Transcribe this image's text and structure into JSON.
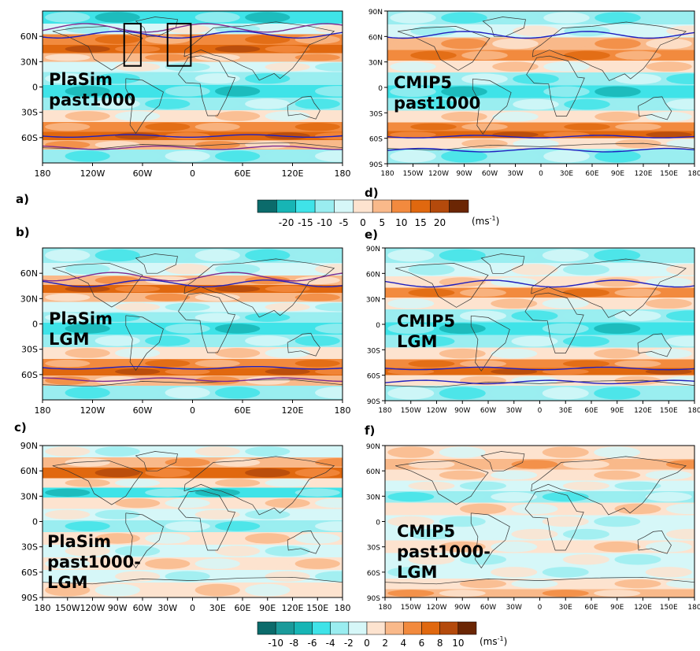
{
  "chart_data": [
    {
      "id": "a",
      "panel_letter": "a)",
      "type": "heatmap",
      "overlay_text": [
        "PlaSim",
        "past1000"
      ],
      "y_ticks": [
        "60N",
        "30N",
        "0",
        "30S",
        "60S"
      ],
      "x_ticks": [
        "180",
        "120W",
        "60W",
        "0",
        "60E",
        "120E",
        "180"
      ],
      "lat_range": [
        -90,
        90
      ],
      "zonal_wind_by_lat": [
        {
          "lat": 80,
          "level": 3
        },
        {
          "lat": 70,
          "level": 5
        },
        {
          "lat": 55,
          "level": 8
        },
        {
          "lat": 45,
          "level": 9
        },
        {
          "lat": 35,
          "level": 7
        },
        {
          "lat": 25,
          "level": 5
        },
        {
          "lat": 10,
          "level": 4
        },
        {
          "lat": -5,
          "level": 3
        },
        {
          "lat": -20,
          "level": 4
        },
        {
          "lat": -35,
          "level": 6
        },
        {
          "lat": -48,
          "level": 8
        },
        {
          "lat": -58,
          "level": 9
        },
        {
          "lat": -68,
          "level": 7
        },
        {
          "lat": -80,
          "level": 4
        }
      ],
      "has_boxes": true
    },
    {
      "id": "d",
      "panel_letter": "d)",
      "type": "heatmap",
      "overlay_text": [
        "CMIP5",
        "past1000"
      ],
      "y_ticks": [
        "90N",
        "60N",
        "30N",
        "0",
        "30S",
        "60S",
        "90S"
      ],
      "x_ticks": [
        "180",
        "150W",
        "120W",
        "90W",
        "60W",
        "30W",
        "0",
        "30E",
        "60E",
        "90E",
        "120E",
        "150E",
        "180"
      ],
      "lat_range": [
        -90,
        90
      ],
      "zonal_wind_by_lat": [
        {
          "lat": 80,
          "level": 4
        },
        {
          "lat": 68,
          "level": 5
        },
        {
          "lat": 50,
          "level": 7
        },
        {
          "lat": 38,
          "level": 8
        },
        {
          "lat": 25,
          "level": 6
        },
        {
          "lat": 10,
          "level": 4
        },
        {
          "lat": -5,
          "level": 3
        },
        {
          "lat": -20,
          "level": 4
        },
        {
          "lat": -35,
          "level": 6
        },
        {
          "lat": -48,
          "level": 8
        },
        {
          "lat": -55,
          "level": 9
        },
        {
          "lat": -65,
          "level": 6
        },
        {
          "lat": -80,
          "level": 4
        }
      ],
      "has_boxes": false
    },
    {
      "id": "b",
      "panel_letter": "b)",
      "type": "heatmap",
      "overlay_text": [
        "PlaSim",
        "LGM"
      ],
      "y_ticks": [
        "60N",
        "30N",
        "0",
        "30S",
        "60S"
      ],
      "x_ticks": [
        "180",
        "120W",
        "60W",
        "0",
        "60E",
        "120E",
        "180"
      ],
      "lat_range": [
        -90,
        90
      ],
      "zonal_wind_by_lat": [
        {
          "lat": 80,
          "level": 4
        },
        {
          "lat": 65,
          "level": 5
        },
        {
          "lat": 50,
          "level": 7
        },
        {
          "lat": 42,
          "level": 9
        },
        {
          "lat": 32,
          "level": 7
        },
        {
          "lat": 20,
          "level": 5
        },
        {
          "lat": 8,
          "level": 4
        },
        {
          "lat": -5,
          "level": 3
        },
        {
          "lat": -20,
          "level": 4
        },
        {
          "lat": -35,
          "level": 6
        },
        {
          "lat": -48,
          "level": 8
        },
        {
          "lat": -56,
          "level": 9
        },
        {
          "lat": -66,
          "level": 7
        },
        {
          "lat": -80,
          "level": 4
        }
      ],
      "has_boxes": false
    },
    {
      "id": "e",
      "panel_letter": "e)",
      "type": "heatmap",
      "overlay_text": [
        "CMIP5",
        "LGM"
      ],
      "y_ticks": [
        "90N",
        "60N",
        "30N",
        "0",
        "30S",
        "60S",
        "90S"
      ],
      "x_ticks": [
        "180",
        "150W",
        "120W",
        "90W",
        "60W",
        "30W",
        "0",
        "30E",
        "60E",
        "90E",
        "120E",
        "150E",
        "180"
      ],
      "lat_range": [
        -90,
        90
      ],
      "zonal_wind_by_lat": [
        {
          "lat": 80,
          "level": 4
        },
        {
          "lat": 65,
          "level": 5
        },
        {
          "lat": 48,
          "level": 6
        },
        {
          "lat": 38,
          "level": 8
        },
        {
          "lat": 25,
          "level": 6
        },
        {
          "lat": 10,
          "level": 4
        },
        {
          "lat": -5,
          "level": 3
        },
        {
          "lat": -20,
          "level": 4
        },
        {
          "lat": -35,
          "level": 6
        },
        {
          "lat": -48,
          "level": 8
        },
        {
          "lat": -55,
          "level": 9
        },
        {
          "lat": -65,
          "level": 6
        },
        {
          "lat": -80,
          "level": 4
        }
      ],
      "has_boxes": false
    },
    {
      "id": "c",
      "panel_letter": "c)",
      "type": "heatmap",
      "overlay_text": [
        "PlaSim",
        "past1000-",
        "LGM"
      ],
      "y_ticks": [
        "90N",
        "60N",
        "30N",
        "0",
        "30S",
        "60S",
        "90S"
      ],
      "x_ticks": [
        "180",
        "150W",
        "120W",
        "90W",
        "60W",
        "30W",
        "0",
        "30E",
        "60E",
        "90E",
        "120E",
        "150E",
        "180"
      ],
      "lat_range": [
        -90,
        90
      ],
      "zonal_wind_by_lat": [
        {
          "lat": 82,
          "level": 5
        },
        {
          "lat": 70,
          "level": 7
        },
        {
          "lat": 58,
          "level": 9
        },
        {
          "lat": 45,
          "level": 6
        },
        {
          "lat": 35,
          "level": 3
        },
        {
          "lat": 22,
          "level": 6
        },
        {
          "lat": 8,
          "level": 5
        },
        {
          "lat": -5,
          "level": 4
        },
        {
          "lat": -20,
          "level": 6
        },
        {
          "lat": -35,
          "level": 5
        },
        {
          "lat": -50,
          "level": 6
        },
        {
          "lat": -65,
          "level": 5
        },
        {
          "lat": -80,
          "level": 6
        }
      ],
      "has_boxes": false
    },
    {
      "id": "f",
      "panel_letter": "f)",
      "type": "heatmap",
      "overlay_text": [
        "CMIP5",
        "past1000-",
        "LGM"
      ],
      "y_ticks": [
        "90N",
        "60N",
        "30N",
        "0",
        "30S",
        "60S",
        "90S"
      ],
      "x_ticks": [
        "180",
        "150W",
        "120W",
        "90W",
        "60W",
        "30W",
        "0",
        "30E",
        "60E",
        "90E",
        "120E",
        "150E",
        "180"
      ],
      "lat_range": [
        -90,
        90
      ],
      "zonal_wind_by_lat": [
        {
          "lat": 80,
          "level": 6
        },
        {
          "lat": 68,
          "level": 7
        },
        {
          "lat": 55,
          "level": 6
        },
        {
          "lat": 42,
          "level": 5
        },
        {
          "lat": 30,
          "level": 4
        },
        {
          "lat": 15,
          "level": 6
        },
        {
          "lat": 0,
          "level": 5
        },
        {
          "lat": -15,
          "level": 5
        },
        {
          "lat": -30,
          "level": 6
        },
        {
          "lat": -45,
          "level": 5
        },
        {
          "lat": -60,
          "level": 5
        },
        {
          "lat": -75,
          "level": 6
        },
        {
          "lat": -85,
          "level": 7
        }
      ],
      "has_boxes": false
    }
  ],
  "colorbar_top": {
    "labels": [
      "-20",
      "-15",
      "-10",
      "-5",
      "0",
      "5",
      "10",
      "15",
      "20"
    ],
    "unit": "(ms",
    "unit_sup": "-1",
    "unit_close": ")",
    "colors": [
      "#0b6b6b",
      "#17b5b5",
      "#3fe3e8",
      "#9aedf0",
      "#d6f7f8",
      "#fde3cf",
      "#f9b98a",
      "#f28a3e",
      "#e0680f",
      "#b44a0c",
      "#6b2604"
    ]
  },
  "colorbar_bottom": {
    "labels": [
      "-10",
      "-8",
      "-6",
      "-4",
      "-2",
      "0",
      "2",
      "4",
      "6",
      "8",
      "10"
    ],
    "unit": "(ms",
    "unit_sup": "-1",
    "unit_close": ")",
    "colors": [
      "#0b6b6b",
      "#1a9a9a",
      "#17b5b5",
      "#3fe3e8",
      "#9aedf0",
      "#d6f7f8",
      "#fde3cf",
      "#f9b98a",
      "#f28a3e",
      "#e0680f",
      "#b44a0c",
      "#6b2604"
    ]
  }
}
